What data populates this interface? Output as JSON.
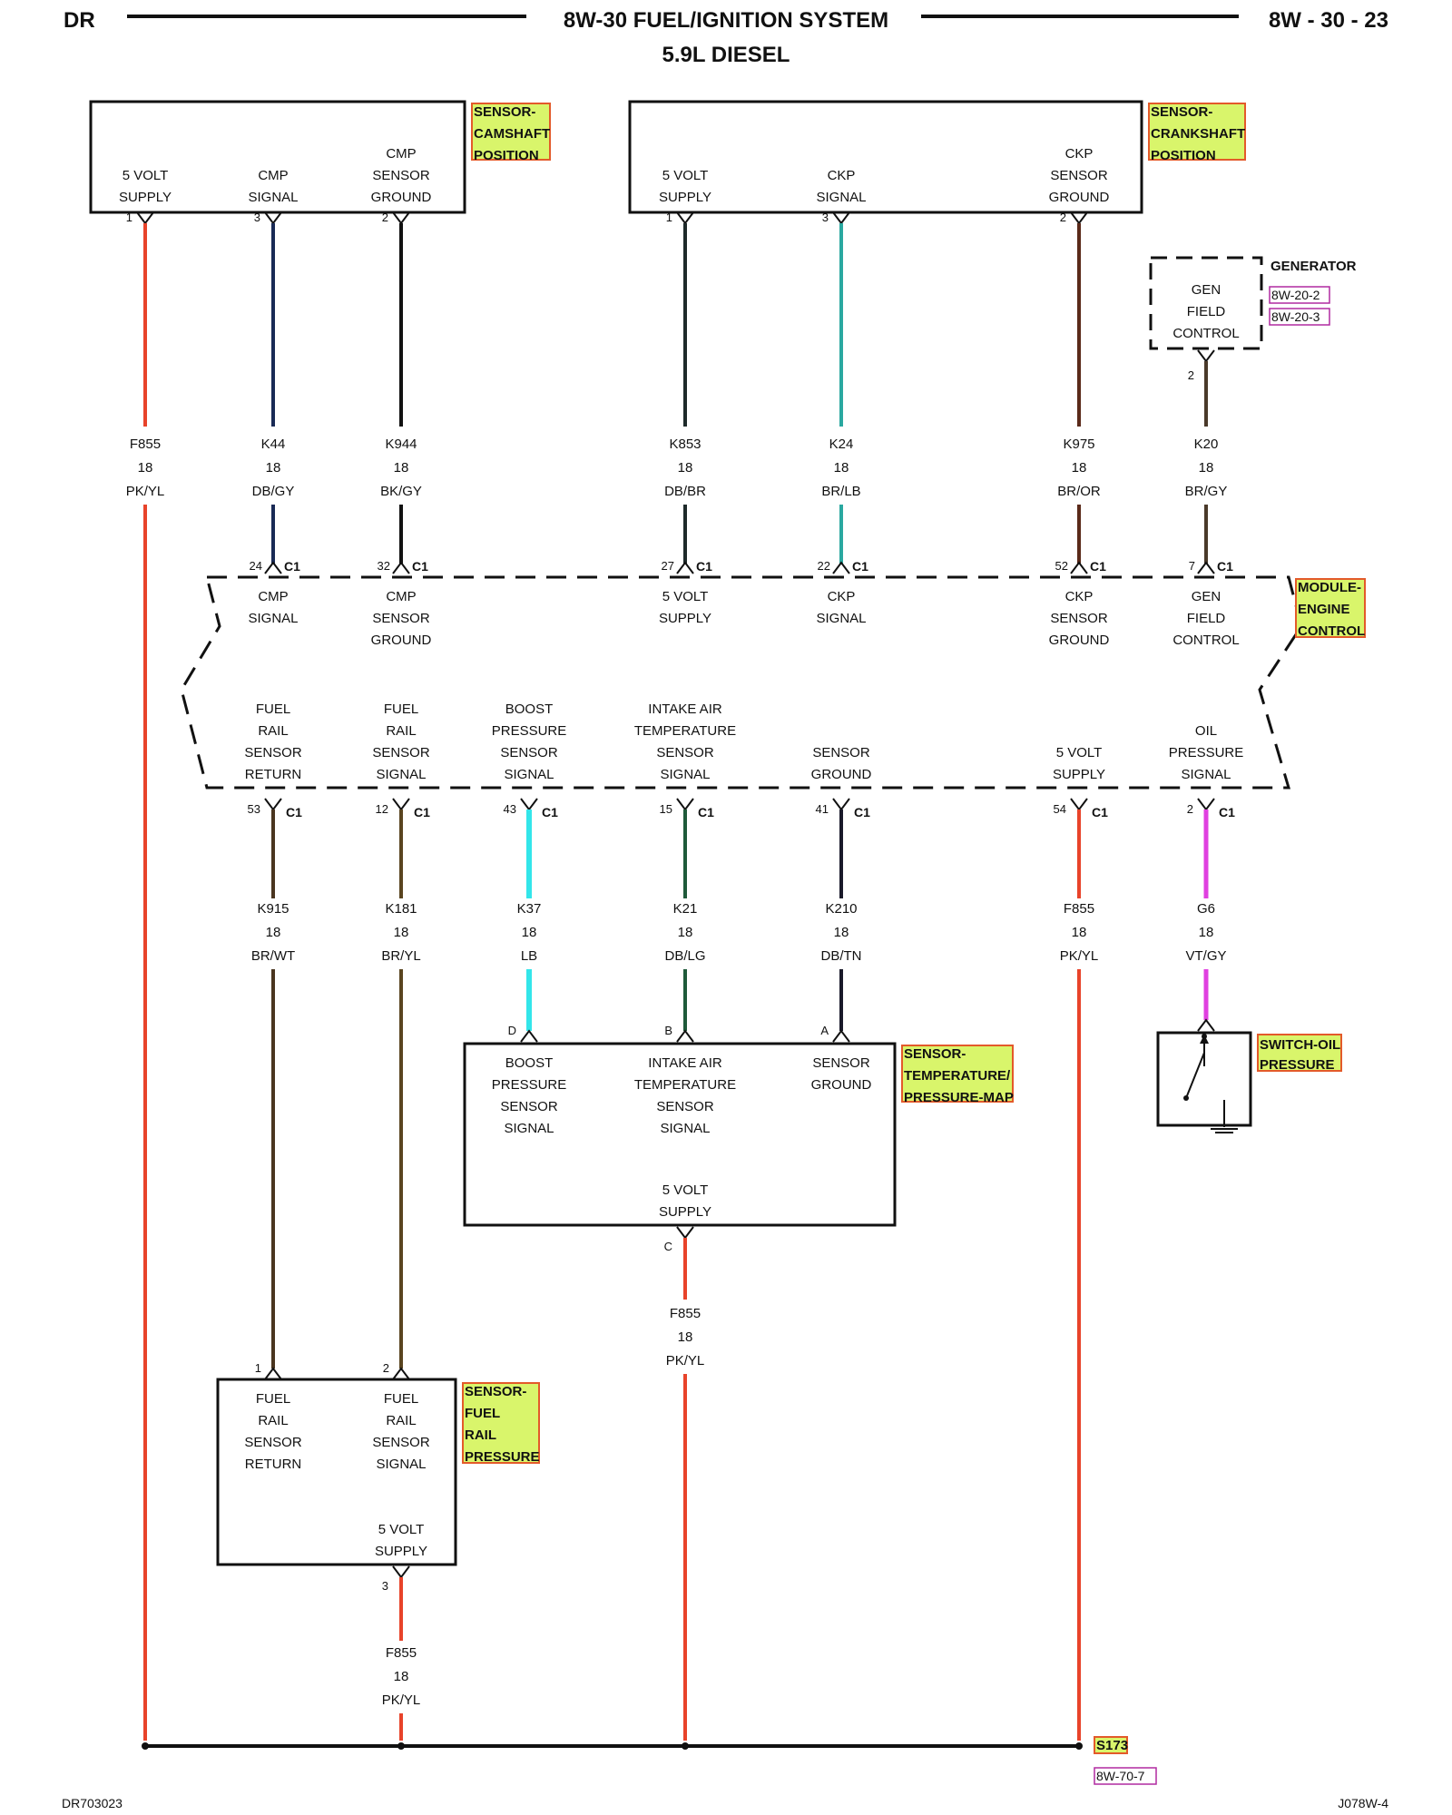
{
  "header": {
    "left": "DR",
    "title": "8W-30 FUEL/IGNITION SYSTEM",
    "subtitle": "5.9L DIESEL",
    "page": "8W - 30 - 23"
  },
  "footer": {
    "left": "DR703023",
    "right": "J078W-4"
  },
  "components": {
    "cmp_sensor": {
      "tag": [
        "SENSOR-",
        "CAMSHAFT",
        "POSITION"
      ],
      "pins": [
        {
          "pin": "1",
          "label": [
            "5 VOLT",
            "SUPPLY"
          ]
        },
        {
          "pin": "3",
          "label": [
            "CMP",
            "SIGNAL"
          ]
        },
        {
          "pin": "2",
          "label": [
            "CMP",
            "SENSOR",
            "GROUND"
          ]
        }
      ]
    },
    "ckp_sensor": {
      "tag": [
        "SENSOR-",
        "CRANKSHAFT",
        "POSITION"
      ],
      "pins": [
        {
          "pin": "1",
          "label": [
            "5 VOLT",
            "SUPPLY"
          ]
        },
        {
          "pin": "3",
          "label": [
            "CKP",
            "SIGNAL"
          ]
        },
        {
          "pin": "2",
          "label": [
            "CKP",
            "SENSOR",
            "GROUND"
          ]
        }
      ]
    },
    "generator": {
      "tag": "GENERATOR",
      "refs": [
        "8W-20-2",
        "8W-20-3"
      ],
      "pin": "2",
      "label": [
        "GEN",
        "FIELD",
        "CONTROL"
      ]
    },
    "ecm": {
      "tag": [
        "MODULE-",
        "ENGINE",
        "CONTROL"
      ],
      "connector": "C1",
      "top_pins": [
        {
          "pin": "24",
          "label": [
            "CMP",
            "SIGNAL"
          ]
        },
        {
          "pin": "32",
          "label": [
            "CMP",
            "SENSOR",
            "GROUND"
          ]
        },
        {
          "pin": "27",
          "label": [
            "5 VOLT",
            "SUPPLY"
          ]
        },
        {
          "pin": "22",
          "label": [
            "CKP",
            "SIGNAL"
          ]
        },
        {
          "pin": "52",
          "label": [
            "CKP",
            "SENSOR",
            "GROUND"
          ]
        },
        {
          "pin": "7",
          "label": [
            "GEN",
            "FIELD",
            "CONTROL"
          ]
        }
      ],
      "bottom_pins": [
        {
          "pin": "53",
          "label": [
            "FUEL",
            "RAIL",
            "SENSOR",
            "RETURN"
          ]
        },
        {
          "pin": "12",
          "label": [
            "FUEL",
            "RAIL",
            "SENSOR",
            "SIGNAL"
          ]
        },
        {
          "pin": "43",
          "label": [
            "BOOST",
            "PRESSURE",
            "SENSOR",
            "SIGNAL"
          ]
        },
        {
          "pin": "15",
          "label": [
            "INTAKE AIR",
            "TEMPERATURE",
            "SENSOR",
            "SIGNAL"
          ]
        },
        {
          "pin": "41",
          "label": [
            "SENSOR",
            "GROUND"
          ]
        },
        {
          "pin": "54",
          "label": [
            "5 VOLT",
            "SUPPLY"
          ]
        },
        {
          "pin": "2",
          "label": [
            "OIL",
            "PRESSURE",
            "SIGNAL"
          ]
        }
      ]
    },
    "tmap_sensor": {
      "tag": [
        "SENSOR-",
        "TEMPERATURE/",
        "PRESSURE-MAP"
      ],
      "pins": [
        {
          "pin": "D",
          "label": [
            "BOOST",
            "PRESSURE",
            "SENSOR",
            "SIGNAL"
          ]
        },
        {
          "pin": "B",
          "label": [
            "INTAKE AIR",
            "TEMPERATURE",
            "SENSOR",
            "SIGNAL"
          ]
        },
        {
          "pin": "A",
          "label": [
            "SENSOR",
            "GROUND"
          ]
        },
        {
          "pin": "C",
          "label": [
            "5 VOLT",
            "SUPPLY"
          ]
        }
      ]
    },
    "oil_switch": {
      "tag": [
        "SWITCH-OIL",
        "PRESSURE"
      ]
    },
    "frp_sensor": {
      "tag": [
        "SENSOR-",
        "FUEL",
        "RAIL",
        "PRESSURE"
      ],
      "pins": [
        {
          "pin": "1",
          "label": [
            "FUEL",
            "RAIL",
            "SENSOR",
            "RETURN"
          ]
        },
        {
          "pin": "2",
          "label": [
            "FUEL",
            "RAIL",
            "SENSOR",
            "SIGNAL"
          ]
        },
        {
          "pin": "3",
          "label": [
            "5 VOLT",
            "SUPPLY"
          ]
        }
      ]
    },
    "splice": {
      "tag": "S173",
      "ref": "8W-70-7"
    }
  },
  "wires": {
    "F855_a": {
      "circuit": "F855",
      "gauge": "18",
      "color_code": "PK/YL",
      "color": "#e8432a"
    },
    "K44": {
      "circuit": "K44",
      "gauge": "18",
      "color_code": "DB/GY",
      "color": "#1a2a55"
    },
    "K944": {
      "circuit": "K944",
      "gauge": "18",
      "color_code": "BK/GY",
      "color": "#111111"
    },
    "K853": {
      "circuit": "K853",
      "gauge": "18",
      "color_code": "DB/BR",
      "color": "#1e2a2a"
    },
    "K24": {
      "circuit": "K24",
      "gauge": "18",
      "color_code": "BR/LB",
      "color": "#2aa8a0"
    },
    "K975": {
      "circuit": "K975",
      "gauge": "18",
      "color_code": "BR/OR",
      "color": "#5a2a1a"
    },
    "K20": {
      "circuit": "K20",
      "gauge": "18",
      "color_code": "BR/GY",
      "color": "#4a3a2a"
    },
    "K915": {
      "circuit": "K915",
      "gauge": "18",
      "color_code": "BR/WT",
      "color": "#4a3520"
    },
    "K181": {
      "circuit": "K181",
      "gauge": "18",
      "color_code": "BR/YL",
      "color": "#5a4520"
    },
    "K37": {
      "circuit": "K37",
      "gauge": "18",
      "color_code": "LB",
      "color": "#33e6ea"
    },
    "K21": {
      "circuit": "K21",
      "gauge": "18",
      "color_code": "DB/LG",
      "color": "#1f5a3a"
    },
    "K210": {
      "circuit": "K210",
      "gauge": "18",
      "color_code": "DB/TN",
      "color": "#1a1a2a"
    },
    "F855_b": {
      "circuit": "F855",
      "gauge": "18",
      "color_code": "PK/YL",
      "color": "#e8432a"
    },
    "G6": {
      "circuit": "G6",
      "gauge": "18",
      "color_code": "VT/GY",
      "color": "#e040e0"
    },
    "F855_c": {
      "circuit": "F855",
      "gauge": "18",
      "color_code": "PK/YL",
      "color": "#e8432a"
    },
    "F855_d": {
      "circuit": "F855",
      "gauge": "18",
      "color_code": "PK/YL",
      "color": "#e8432a"
    }
  },
  "colors": {
    "tag_fill": "#d9f56b",
    "tag_border": "#e35a2a",
    "ref_border": "#b02aa0",
    "splice_bus": "#111111"
  }
}
